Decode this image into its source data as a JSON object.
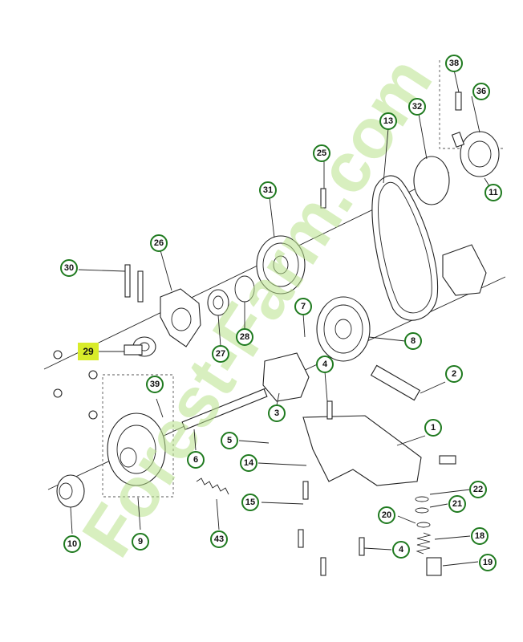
{
  "diagram": {
    "highlighted_callout": "29",
    "watermark_text": "Forest-Farm.com",
    "colors": {
      "callout_ring": "#1f7a1f",
      "highlight_fill": "#d8ec2a",
      "watermark_green": "#b9e28c",
      "watermark_tan": "#c9b69a",
      "watermark_orange": "#f0b56a",
      "line": "#222222"
    },
    "callouts": [
      "38",
      "36",
      "32",
      "13",
      "25",
      "11",
      "31",
      "26",
      "30",
      "7",
      "28",
      "8",
      "27",
      "29",
      "4",
      "2",
      "39",
      "3",
      "1",
      "5",
      "6",
      "14",
      "15",
      "22",
      "21",
      "20",
      "18",
      "10",
      "9",
      "43",
      "19"
    ]
  }
}
